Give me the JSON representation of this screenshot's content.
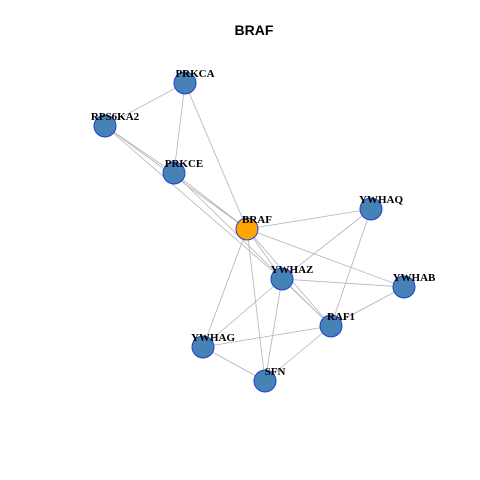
{
  "title": "BRAF",
  "colors": {
    "default_node": "#4682b4",
    "highlight_node": "#ffa500",
    "node_border": "#1f3fd6",
    "edge": "#b3b3b3"
  },
  "nodes": [
    {
      "id": "BRAF",
      "label": "BRAF",
      "highlight": true
    },
    {
      "id": "PRKCA",
      "label": "PRKCA"
    },
    {
      "id": "RPS6KA2",
      "label": "RPS6KA2"
    },
    {
      "id": "PRKCE",
      "label": "PRKCE"
    },
    {
      "id": "YWHAQ",
      "label": "YWHAQ"
    },
    {
      "id": "YWHAZ",
      "label": "YWHAZ"
    },
    {
      "id": "YWHAB",
      "label": "YWHAB"
    },
    {
      "id": "RAF1",
      "label": "RAF1"
    },
    {
      "id": "YWHAG",
      "label": "YWHAG"
    },
    {
      "id": "SFN",
      "label": "SFN"
    }
  ],
  "edges": [
    [
      "PRKCA",
      "RPS6KA2"
    ],
    [
      "PRKCA",
      "PRKCE"
    ],
    [
      "PRKCA",
      "BRAF"
    ],
    [
      "RPS6KA2",
      "PRKCE"
    ],
    [
      "RPS6KA2",
      "BRAF"
    ],
    [
      "RPS6KA2",
      "YWHAZ"
    ],
    [
      "PRKCE",
      "BRAF"
    ],
    [
      "PRKCE",
      "RAF1"
    ],
    [
      "BRAF",
      "YWHAQ"
    ],
    [
      "BRAF",
      "YWHAZ"
    ],
    [
      "BRAF",
      "YWHAB"
    ],
    [
      "BRAF",
      "RAF1"
    ],
    [
      "BRAF",
      "YWHAG"
    ],
    [
      "BRAF",
      "SFN"
    ],
    [
      "YWHAQ",
      "YWHAZ"
    ],
    [
      "YWHAQ",
      "RAF1"
    ],
    [
      "YWHAZ",
      "YWHAB"
    ],
    [
      "YWHAZ",
      "RAF1"
    ],
    [
      "YWHAZ",
      "YWHAG"
    ],
    [
      "YWHAZ",
      "SFN"
    ],
    [
      "YWHAB",
      "RAF1"
    ],
    [
      "RAF1",
      "YWHAG"
    ],
    [
      "RAF1",
      "SFN"
    ],
    [
      "YWHAG",
      "SFN"
    ]
  ]
}
